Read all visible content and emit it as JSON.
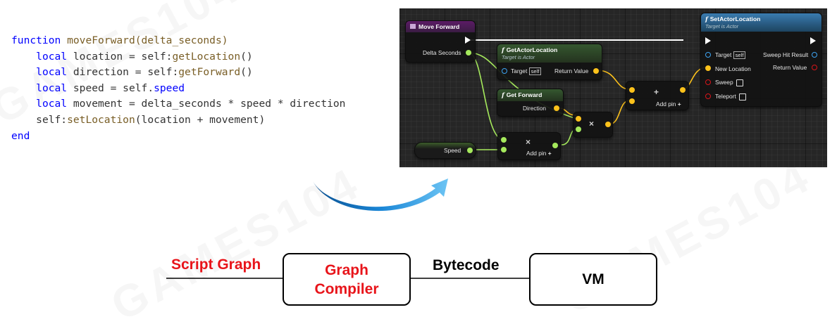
{
  "code": {
    "line1": {
      "kw": "function",
      "name": " moveForward(delta_seconds)"
    },
    "line2": {
      "kw": "local",
      "rest_a": " location = self:",
      "call": "getLocation",
      "rest_b": "()"
    },
    "line3": {
      "kw": "local",
      "rest_a": " direction = self:",
      "call": "getForward",
      "rest_b": "()"
    },
    "line4": {
      "kw": "local",
      "rest_a": " speed = self.",
      "member": "speed"
    },
    "line5": {
      "kw": "local",
      "rest_a": " movement = delta_seconds * speed * direction"
    },
    "line6": {
      "rest_a": "self:",
      "call": "setLocation",
      "rest_b": "(location + movement)"
    },
    "line7": {
      "kw": "end"
    }
  },
  "blueprint": {
    "move_forward": {
      "title": "Move Forward",
      "pin_delta": "Delta Seconds"
    },
    "get_actor_location": {
      "title": "GetActorLocation",
      "subtitle": "Target is Actor",
      "target": "Target",
      "target_value": "self",
      "return_value": "Return Value"
    },
    "get_forward": {
      "title": "Get Forward",
      "direction": "Direction"
    },
    "speed": {
      "label": "Speed"
    },
    "multiply_1": {
      "symbol": "×",
      "add_pin": "Add pin",
      "plus": "+"
    },
    "multiply_2": {
      "symbol": "×"
    },
    "add": {
      "symbol": "+",
      "add_pin": "Add pin",
      "plus": "+"
    },
    "set_actor_location": {
      "title": "SetActorLocation",
      "subtitle": "Target is Actor",
      "target": "Target",
      "target_value": "self",
      "new_location": "New Location",
      "sweep": "Sweep",
      "teleport": "Teleport",
      "sweep_hit_result": "Sweep Hit Result",
      "return_value": "Return Value"
    }
  },
  "pipeline": {
    "script_graph": "Script Graph",
    "compiler_line1": "Graph",
    "compiler_line2": "Compiler",
    "bytecode": "Bytecode",
    "vm": "VM"
  },
  "colors": {
    "script_red": "#e8141a",
    "vector_pin": "#fdc21b",
    "float_pin": "#a5e95c",
    "object_pin": "#3ea4f2",
    "struct_pin": "#d8141a"
  }
}
